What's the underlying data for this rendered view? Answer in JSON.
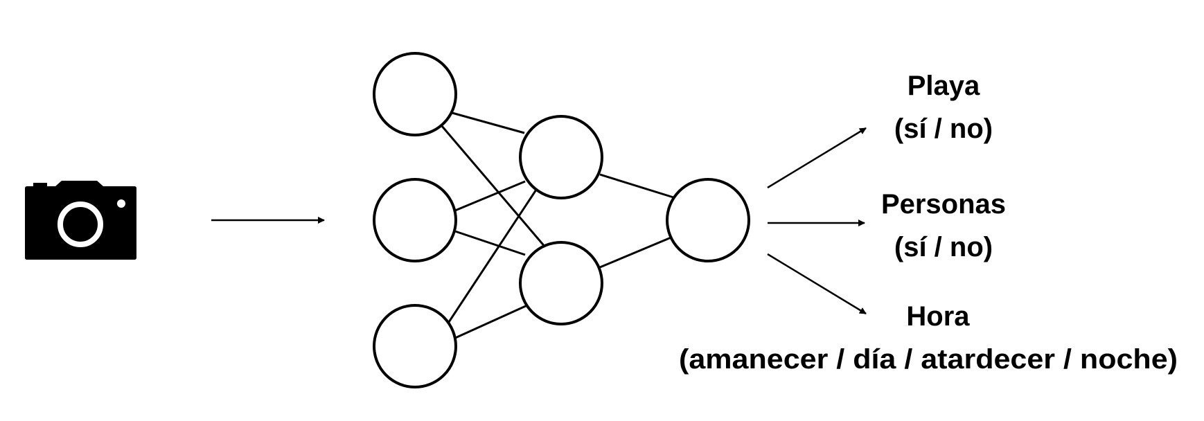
{
  "diagram": {
    "input_icon": "camera-icon",
    "network": {
      "layers": [
        3,
        2,
        1
      ]
    },
    "outputs": [
      {
        "name": "Playa",
        "options": "(sí / no)"
      },
      {
        "name": "Personas",
        "options": "(sí / no)"
      },
      {
        "name": "Hora",
        "options": "(amanecer / día / atardecer / noche)"
      }
    ]
  }
}
